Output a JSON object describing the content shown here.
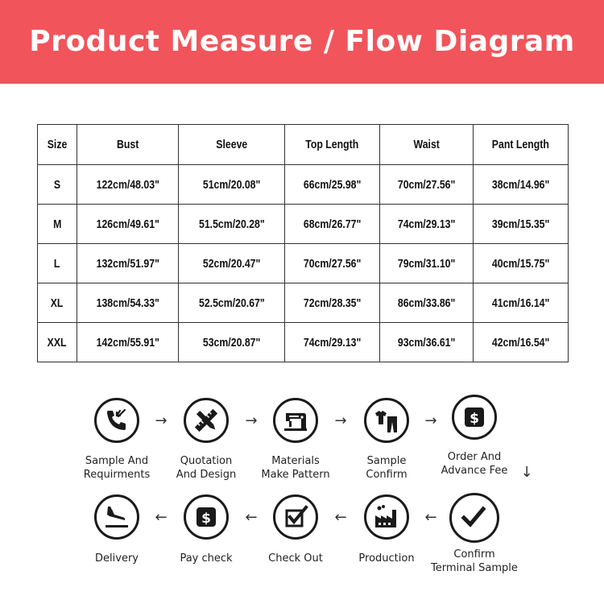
{
  "header": {
    "title": "Product Measure / Flow Diagram"
  },
  "size_table": {
    "columns": [
      "Size",
      "Bust",
      "Sleeve",
      "Top Length",
      "Waist",
      "Pant Length"
    ],
    "rows": [
      [
        "S",
        "122cm/48.03\"",
        "51cm/20.08\"",
        "66cm/25.98\"",
        "70cm/27.56\"",
        "38cm/14.96\""
      ],
      [
        "M",
        "126cm/49.61\"",
        "51.5cm/20.28\"",
        "68cm/26.77\"",
        "74cm/29.13\"",
        "39cm/15.35\""
      ],
      [
        "L",
        "132cm/51.97\"",
        "52cm/20.47\"",
        "70cm/27.56\"",
        "79cm/31.10\"",
        "40cm/15.75\""
      ],
      [
        "XL",
        "138cm/54.33\"",
        "52.5cm/20.67\"",
        "72cm/28.35\"",
        "86cm/33.86\"",
        "41cm/16.14\""
      ],
      [
        "XXL",
        "142cm/55.91\"",
        "53cm/20.87\"",
        "74cm/29.13\"",
        "93cm/36.61\"",
        "42cm/16.54\""
      ]
    ]
  },
  "flow": {
    "top_row": [
      {
        "icon": "phone-incoming-icon",
        "label_lines": [
          "Sample And",
          "Requirments"
        ]
      },
      {
        "icon": "ruler-pencil-icon",
        "label_lines": [
          "Quotation",
          "And Design"
        ]
      },
      {
        "icon": "sewing-machine-icon",
        "label_lines": [
          "Materials",
          "Make Pattern"
        ]
      },
      {
        "icon": "shirt-pants-icon",
        "label_lines": [
          "Sample",
          "Confirm"
        ]
      },
      {
        "icon": "dollar-card-icon",
        "label_lines": [
          "Order And",
          "Advance Fee"
        ]
      }
    ],
    "bottom_row": [
      {
        "icon": "plane-landing-icon",
        "label_lines": [
          "Delivery"
        ]
      },
      {
        "icon": "dollar-card-icon",
        "label_lines": [
          "Pay check"
        ]
      },
      {
        "icon": "checkbox-icon",
        "label_lines": [
          "Check Out"
        ]
      },
      {
        "icon": "factory-icon",
        "label_lines": [
          "Production"
        ]
      },
      {
        "icon": "checkmark-icon",
        "label_lines": [
          "Confirm",
          "Terminal Sample"
        ]
      }
    ],
    "arrows": {
      "right": "→",
      "left": "←",
      "down": "↓"
    }
  },
  "colors": {
    "banner": "#f2545b",
    "banner_text": "#ffffff",
    "icon_stroke": "#1a1a1a"
  }
}
